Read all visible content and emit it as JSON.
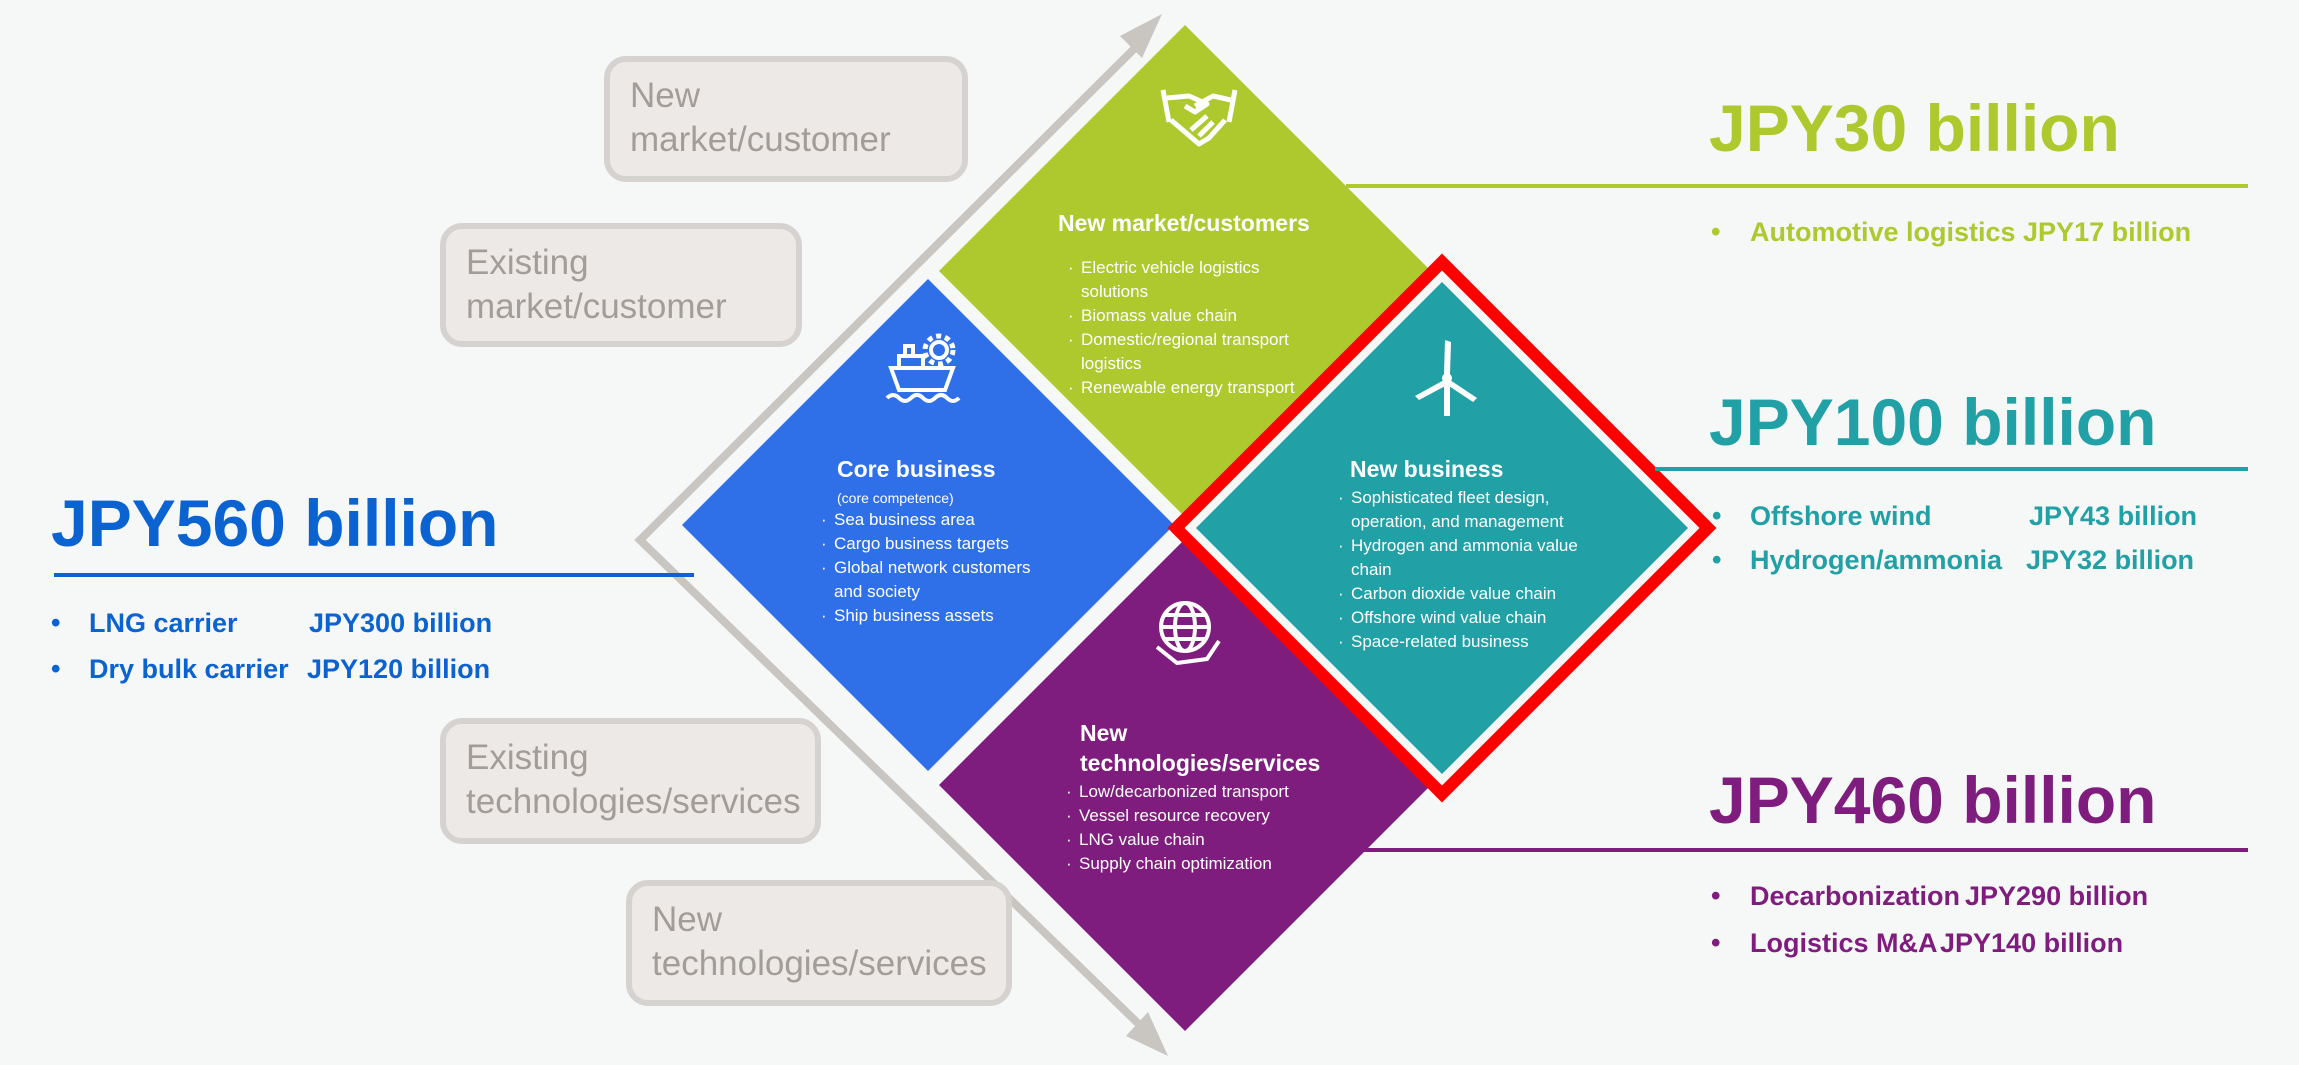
{
  "axis_labels": {
    "new_market": [
      "New",
      "market/customer"
    ],
    "existing_market": [
      "Existing",
      "market/customer"
    ],
    "existing_tech": [
      "Existing",
      "technologies/services"
    ],
    "new_tech": [
      "New",
      "technologies/services"
    ]
  },
  "quadrants": {
    "core": {
      "icon": "ship-gear-icon",
      "title": "Core business",
      "subtitle": "(core competence)",
      "items": [
        "Sea business area",
        "Cargo business targets",
        "Global network customers and society",
        "Ship business assets"
      ]
    },
    "new_market": {
      "icon": "handshake-icon",
      "title": "New market/customers",
      "items": [
        "Electric vehicle logistics solutions",
        "Biomass value chain",
        "Domestic/regional transport logistics",
        "Renewable energy transport"
      ]
    },
    "new_business": {
      "icon": "wind-turbine-icon",
      "title": "New business",
      "items": [
        "Sophisticated fleet design, operation, and management",
        "Hydrogen and ammonia value chain",
        "Carbon dioxide value chain",
        "Offshore wind value chain",
        "Space-related business"
      ]
    },
    "new_tech": {
      "icon": "globe-hand-icon",
      "title_line1": "New",
      "title_line2": "technologies/services",
      "items": [
        "Low/decarbonized transport",
        "Vessel resource recovery",
        "LNG value chain",
        "Supply chain optimization"
      ]
    }
  },
  "targets": {
    "core": {
      "total": "JPY560 billion",
      "items": [
        {
          "label": "LNG carrier",
          "value": "JPY300 billion"
        },
        {
          "label": "Dry bulk carrier",
          "value": "JPY120 billion"
        }
      ]
    },
    "new_market": {
      "total": "JPY30 billion",
      "items": [
        {
          "label": "Automotive logistics JPY17 billion"
        }
      ]
    },
    "new_business": {
      "total": "JPY100 billion",
      "items": [
        {
          "label": "Offshore wind",
          "value": "JPY43 billion"
        },
        {
          "label": "Hydrogen/ammonia",
          "value": "JPY32 billion"
        }
      ]
    },
    "new_tech": {
      "total": "JPY460 billion",
      "items": [
        {
          "label": "Decarbonization",
          "value": "JPY290 billion"
        },
        {
          "label": "Logistics M&A",
          "value": "JPY140 billion"
        }
      ]
    }
  },
  "colors": {
    "core": "#2f6fe8",
    "core_text": "#0b63d1",
    "new_market": "#adc92e",
    "new_business": "#21a0a5",
    "new_tech": "#7e1d7e",
    "highlight": "#ff0000",
    "arrow": "#c9c5c1"
  }
}
